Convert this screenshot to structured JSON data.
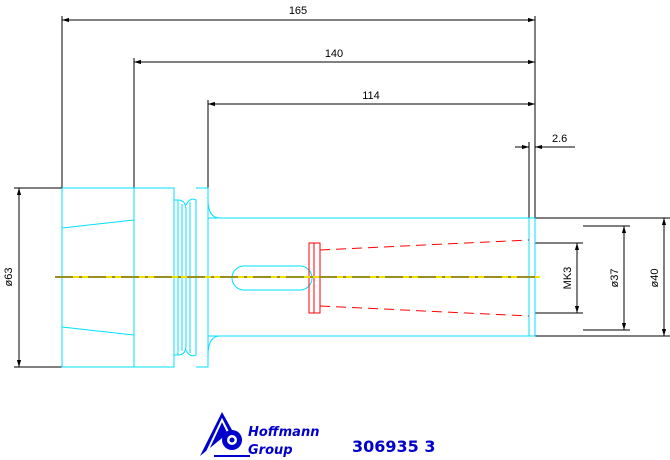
{
  "dimensions": {
    "overall_length": "165",
    "shank_length": "140",
    "body_length": "114",
    "step": "2.6",
    "diameter_flange": "ø63",
    "diameter_bore": "ø37",
    "diameter_body": "ø40",
    "taper": "MK3"
  },
  "logo": {
    "line1": "Hoffmann",
    "line2": "Group"
  },
  "part_number": "306935 3",
  "colors": {
    "outline": "#00e0ff",
    "centerline_yellow": "#f0e000",
    "hidden_lines": "#ff0000",
    "dimension_lines": "#000000",
    "brand_blue": "#0000cc"
  }
}
